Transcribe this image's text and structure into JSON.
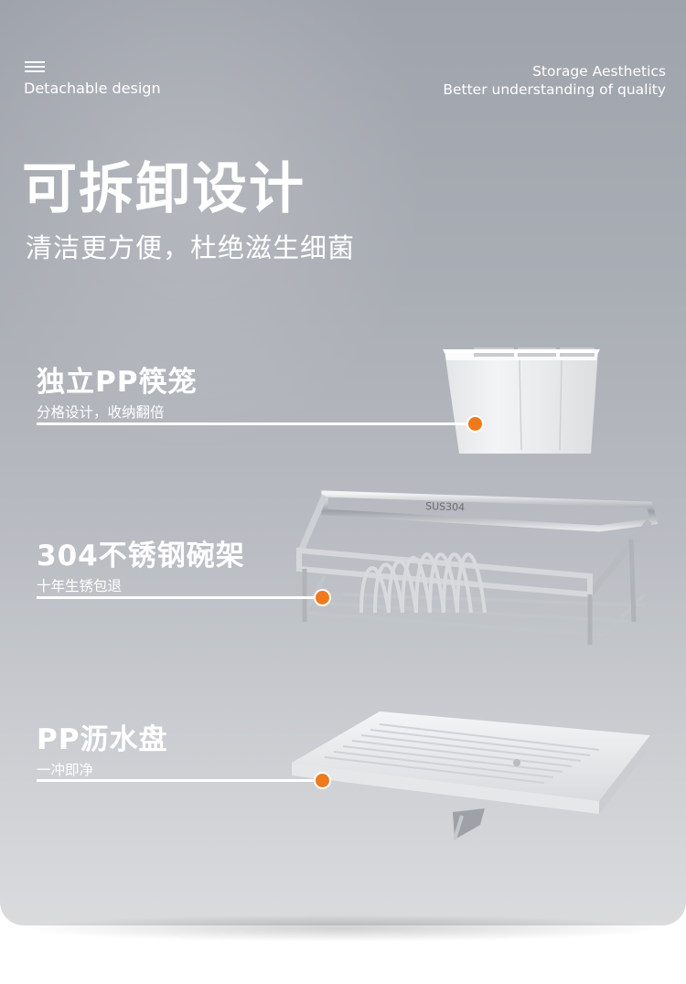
{
  "header": {
    "left_caption": "Detachable design",
    "right_line1": "Storage Aesthetics",
    "right_line2": "Better understanding of quality"
  },
  "title": "可拆卸设计",
  "subtitle": "清洁更方便，杜绝滋生细菌",
  "features": [
    {
      "title": "独立PP筷笼",
      "desc": "分格设计，收纳翻倍"
    },
    {
      "title": "304不锈钢碗架",
      "desc": "十年生锈包退"
    },
    {
      "title": "PP沥水盘",
      "desc": "一冲即净"
    }
  ],
  "rack_engraving": "SUS304",
  "colors": {
    "accent": "#f07a1a",
    "text": "#ffffff",
    "background": "#a9adb4"
  },
  "icons": [
    "menu-icon"
  ]
}
